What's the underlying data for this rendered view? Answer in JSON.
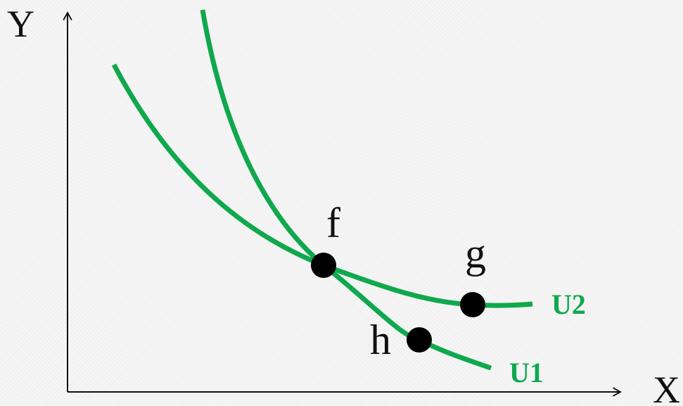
{
  "colors": {
    "curve": "#10a84d",
    "point": "#000000",
    "axis": "#111111"
  },
  "axes": {
    "y_label": "Y",
    "x_label": "X"
  },
  "curves": [
    {
      "id": "u1",
      "label": "U1"
    },
    {
      "id": "u2",
      "label": "U2"
    }
  ],
  "points": [
    {
      "id": "f",
      "label": "f"
    },
    {
      "id": "g",
      "label": "g"
    },
    {
      "id": "h",
      "label": "h"
    }
  ]
}
